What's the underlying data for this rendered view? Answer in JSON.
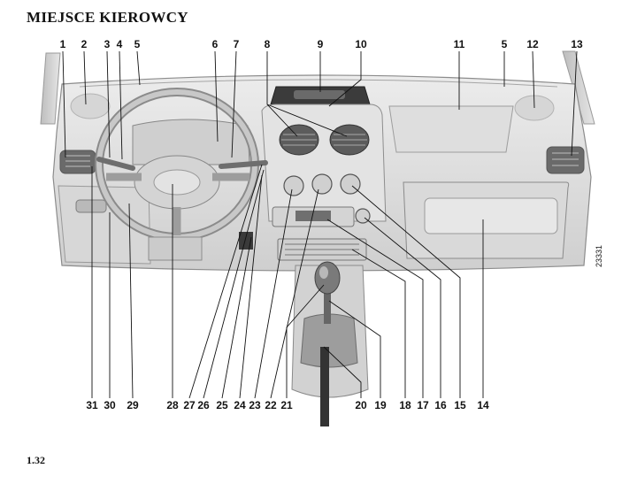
{
  "page": {
    "title": "MIEJSCE KIEROWCY",
    "page_number": "1.32",
    "figure_code": "23331"
  },
  "top_labels": [
    "1",
    "2",
    "3",
    "4",
    "5",
    "6",
    "7",
    "8",
    "9",
    "10",
    "11",
    "5",
    "12",
    "13"
  ],
  "bottom_labels": [
    "31",
    "30",
    "29",
    "28",
    "27",
    "26",
    "25",
    "24",
    "23",
    "22",
    "21",
    "20",
    "19",
    "18",
    "17",
    "16",
    "15",
    "14"
  ]
}
